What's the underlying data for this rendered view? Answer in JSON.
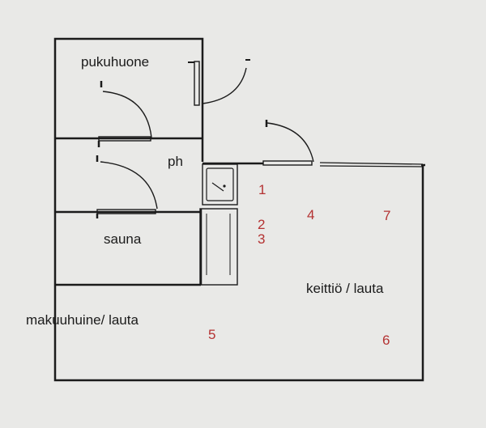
{
  "rooms": {
    "dressing_room": "pukuhuone",
    "washroom": "ph",
    "sauna": "sauna",
    "bedroom": "makuuhuine/ lauta",
    "kitchen": "keittiö / lauta"
  },
  "markers": [
    "1",
    "2",
    "3",
    "4",
    "7",
    "5",
    "6"
  ],
  "colors": {
    "wall": "#1b1b1b",
    "marker": "#b43232",
    "paper": "#e9e9e7"
  }
}
